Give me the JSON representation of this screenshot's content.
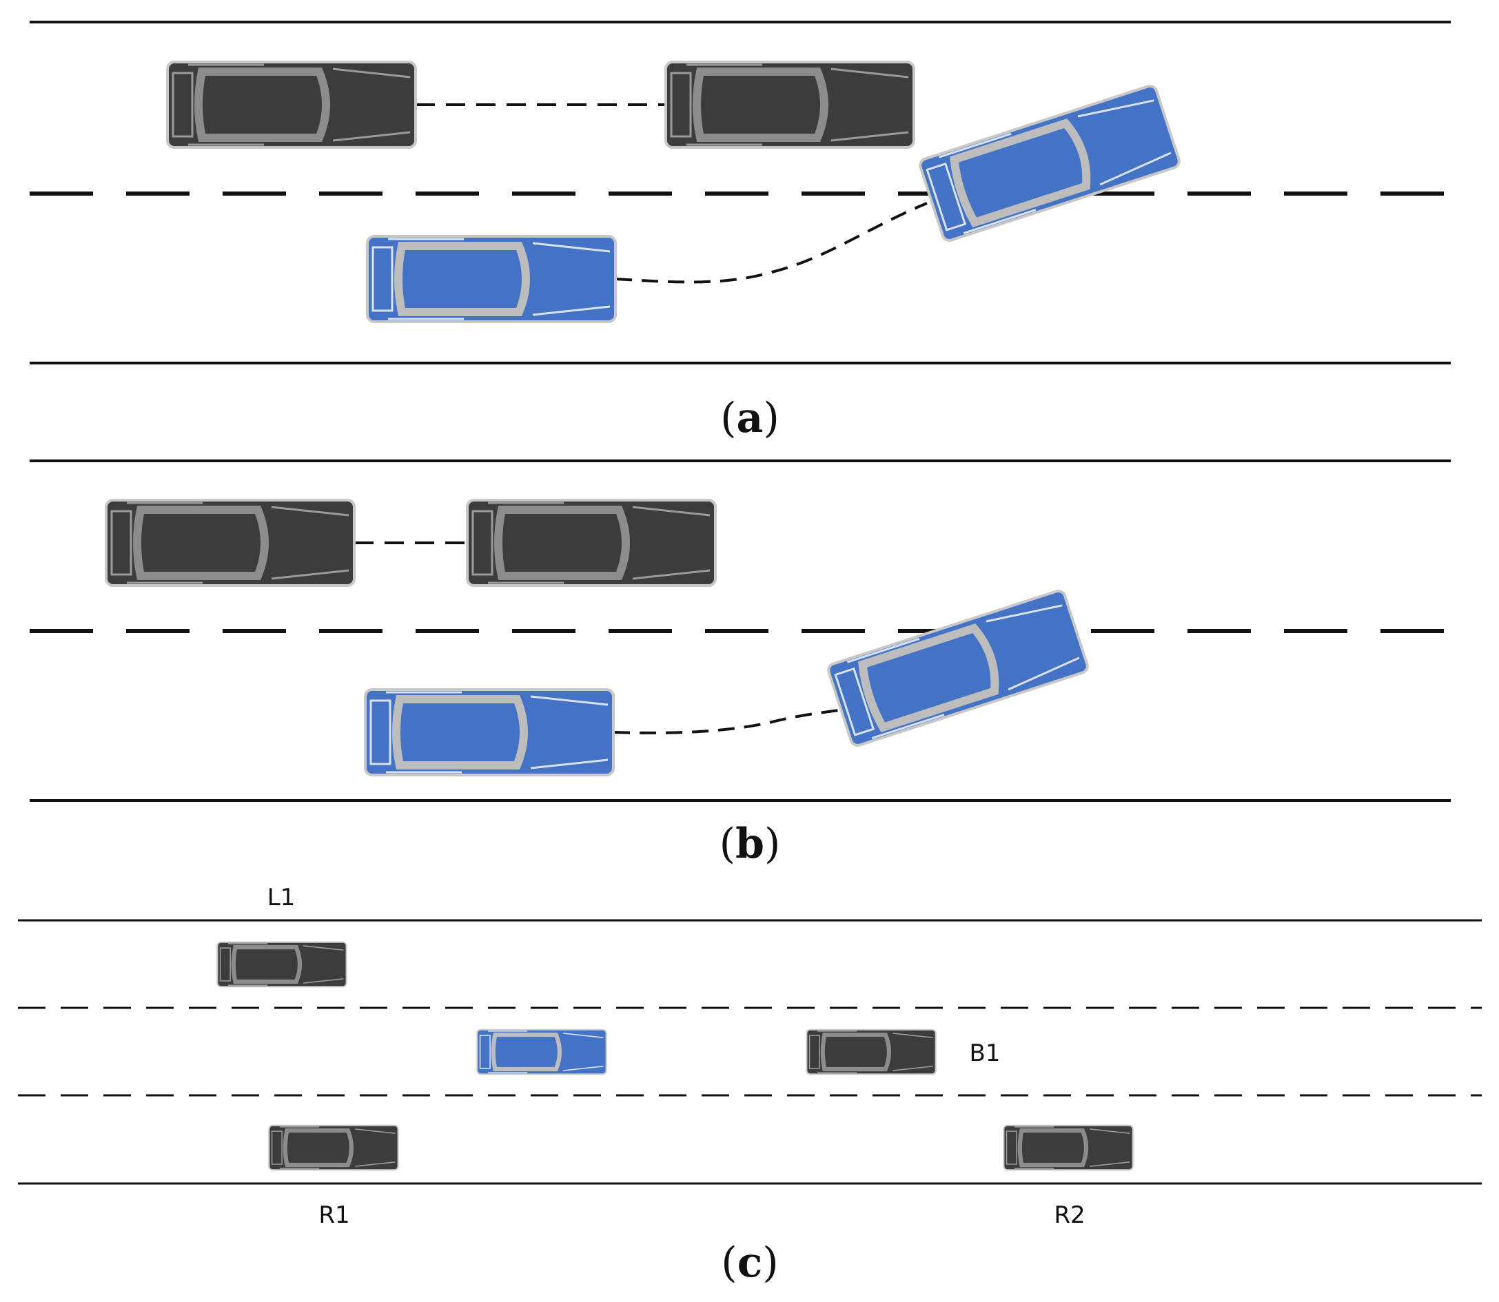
{
  "colors": {
    "ego_car": "#4472c4",
    "other_car": "#3c3c3c",
    "car_outline": "#c8c8c8",
    "car_trim": "#bdbdbd",
    "line": "#111111"
  },
  "panels": [
    {
      "id": "a",
      "caption": "a",
      "cars": [
        "other-car",
        "other-car",
        "ego-car",
        "ego-car"
      ],
      "paths": [
        "gap-line",
        "trajectory"
      ]
    },
    {
      "id": "b",
      "caption": "b",
      "cars": [
        "other-car",
        "other-car",
        "ego-car",
        "ego-car"
      ],
      "paths": [
        "gap-line",
        "trajectory"
      ]
    },
    {
      "id": "c",
      "caption": "c",
      "labels": {
        "L1": "L1",
        "B1": "B1",
        "R1": "R1",
        "R2": "R2"
      }
    }
  ]
}
